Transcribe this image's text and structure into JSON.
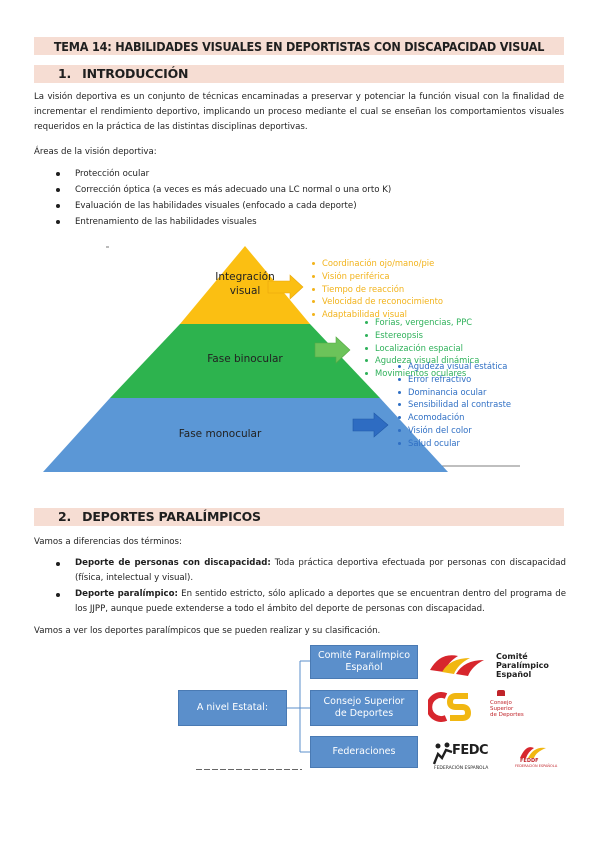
{
  "doc": {
    "title": "TEMA 14: HABILIDADES VISUALES EN DEPORTISTAS CON DISCAPACIDAD VISUAL",
    "section1": {
      "number": "1.",
      "heading": "INTRODUCCIÓN"
    },
    "intro_paragraph": "La visión deportiva es un conjunto de técnicas encaminadas a preservar y potenciar la función visual con la finalidad de incrementar el rendimiento deportivo, implicando un proceso mediante el cual se enseñan los comportamientos visuales requeridos en la práctica de las distintas disciplinas deportivas.",
    "areas_label": "Áreas de la visión deportiva:",
    "areas": [
      "Protección ocular",
      "Corrección óptica (a veces es más adecuado una LC normal o una orto K)",
      "Evaluación de las habilidades visuales (enfocado a cada deporte)",
      "Entrenamiento de las habilidades visuales"
    ],
    "pyramid": {
      "colors": {
        "top": "#fbbf12",
        "middle": "#2db34e",
        "bottom": "#5b97d6",
        "arrow_orange": "#fbbf12",
        "arrow_green": "#6cc35a",
        "arrow_blue": "#2e6cc2"
      },
      "levels": [
        {
          "label_line1": "Integración",
          "label_line2": "visual"
        },
        {
          "label_line1": "Fase binocular"
        },
        {
          "label_line1": "Fase monocular"
        }
      ],
      "top_items": [
        "Coordinación ojo/mano/pie",
        "Visión periférica",
        "Tiempo de reacción",
        "Velocidad de reconocimiento",
        "Adaptabilidad visual"
      ],
      "middle_items": [
        "Forias, vergencias, PPC",
        "Estereopsis",
        "Localización espacial",
        "Agudeza visual dinámica",
        "Movimientos oculares"
      ],
      "bottom_items": [
        "Agudeza visual estática",
        "Error refractivo",
        "Dominancia ocular",
        "Sensibilidad al contraste",
        "Acomodación",
        "Visión del color",
        "Salud ocular"
      ]
    },
    "section2": {
      "number": "2.",
      "heading": "DEPORTES PARALÍMPICOS"
    },
    "diff_intro": "Vamos a diferencias dos términos:",
    "definitions": [
      {
        "term": "Deporte de personas con discapacidad:",
        "text": " Toda práctica deportiva efectuada por personas con discapacidad (física, intelectual y visual)."
      },
      {
        "term": "Deporte paralímpico:",
        "text": " En sentido estricto, sólo aplicado a deportes que se encuentran dentro del programa de los JJPP, aunque puede extenderse a todo el ámbito del deporte de personas con discapacidad."
      }
    ],
    "sports_intro": "Vamos a ver los deportes paralímpicos que se pueden realizar y su clasificación.",
    "org": {
      "root": "A nivel Estatal:",
      "branches": [
        {
          "line1": "Comité Paralímpico",
          "line2": "Español"
        },
        {
          "line1": "Consejo Superior",
          "line2": "de Deportes"
        },
        {
          "line1": "Federaciones",
          "line2": ""
        }
      ],
      "logos": {
        "cpe": {
          "line1": "Comité",
          "line2": "Paralímpico",
          "line3": "Español"
        },
        "csd": {
          "line1": "Consejo",
          "line2": "Superior",
          "line3": "de Deportes"
        },
        "fedc": {
          "name": "FEDC",
          "sub": "FEDERACIÓN ESPAÑOLA"
        },
        "feddf": {
          "name": "FEDDF",
          "sub": "FEDERACIÓN ESPAÑOLA"
        }
      }
    }
  }
}
